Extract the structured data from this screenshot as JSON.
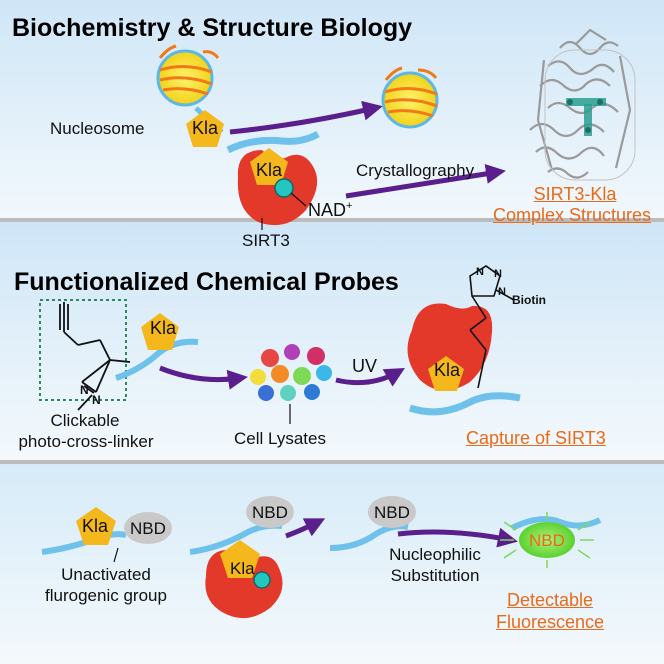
{
  "panels": [
    {
      "title": "Biochemistry & Structure Biology",
      "labels": {
        "nucleosome": "Nucleosome",
        "kla_free": "Kla",
        "kla_bound": "Kla",
        "nad": "NAD",
        "nad_sup": "+",
        "sirt3": "SIRT3",
        "crystallography": "Crystallography",
        "result_line1": "SIRT3-Kla",
        "result_line2": "Complex Structures"
      }
    },
    {
      "title": "Functionalized Chemical Probes",
      "labels": {
        "kla_probe": "Kla",
        "linker_line1": "Clickable",
        "linker_line2": "photo-cross-linker",
        "lysates": "Cell Lysates",
        "uv": "UV",
        "kla_captured": "Kla",
        "biotin": "Biotin",
        "triazole_n1": "N",
        "triazole_n2": "N",
        "triazole_n3": "N",
        "diazirine_n1": "N",
        "diazirine_n2": "N",
        "result": "Capture of SIRT3"
      }
    },
    {
      "title": "",
      "labels": {
        "kla": "Kla",
        "nbd1": "NBD",
        "group_line1": "Unactivated",
        "group_line2": "flurogenic group",
        "nbd2": "NBD",
        "kla_enzyme": "Kla",
        "nbd3": "NBD",
        "reaction_line1": "Nucleophilic",
        "reaction_line2": "Substitution",
        "nbd4": "NBD",
        "result_line1": "Detectable",
        "result_line2": "Fluorescence"
      }
    }
  ],
  "colors": {
    "panel_bg_top": "#cfe6f7",
    "panel_bg_bottom": "#f2f8fc",
    "arrow": "#5a1f8c",
    "peptide": "#6ec1ea",
    "kla_tag": "#f5b81c",
    "enzyme": "#e2392a",
    "nad_ball": "#23c7c0",
    "nbd_gray": "#c9c9c9",
    "nbd_green": "#7ed957",
    "result_text": "#e86a1a"
  },
  "icons": [
    "nucleosome-icon",
    "kla-pentagon-icon",
    "sirt3-enzyme-icon",
    "nad-ball-icon",
    "protein-structure-icon",
    "lysate-dots-icon",
    "fluorescence-burst-icon"
  ]
}
